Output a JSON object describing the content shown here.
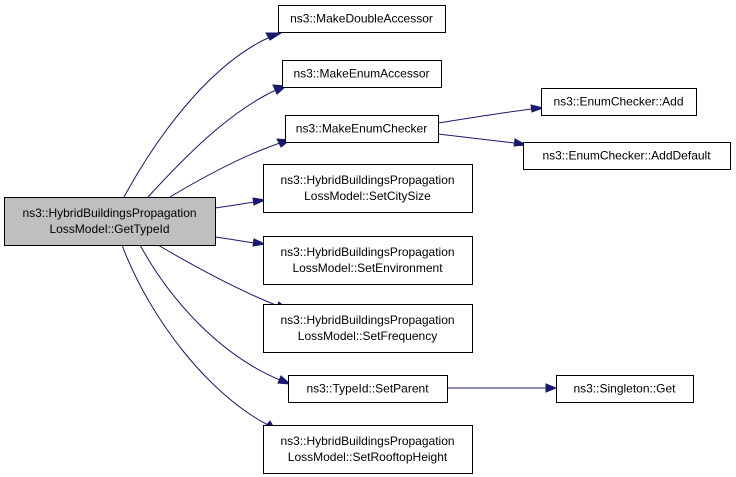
{
  "diagram": {
    "nodes": {
      "root": [
        "ns3::HybridBuildingsPropagation",
        "LossModel::GetTypeId"
      ],
      "make_double_accessor": [
        "ns3::MakeDoubleAccessor"
      ],
      "make_enum_accessor": [
        "ns3::MakeEnumAccessor"
      ],
      "make_enum_checker": [
        "ns3::MakeEnumChecker"
      ],
      "enum_checker_add": [
        "ns3::EnumChecker::Add"
      ],
      "enum_checker_add_default": [
        "ns3::EnumChecker::AddDefault"
      ],
      "set_city_size": [
        "ns3::HybridBuildingsPropagation",
        "LossModel::SetCitySize"
      ],
      "set_environment": [
        "ns3::HybridBuildingsPropagation",
        "LossModel::SetEnvironment"
      ],
      "set_frequency": [
        "ns3::HybridBuildingsPropagation",
        "LossModel::SetFrequency"
      ],
      "typeid_set_parent": [
        "ns3::TypeId::SetParent"
      ],
      "singleton_get": [
        "ns3::Singleton::Get"
      ],
      "set_rooftop_height": [
        "ns3::HybridBuildingsPropagation",
        "LossModel::SetRooftopHeight"
      ]
    },
    "edges": [
      [
        "root",
        "make_double_accessor"
      ],
      [
        "root",
        "make_enum_accessor"
      ],
      [
        "root",
        "make_enum_checker"
      ],
      [
        "root",
        "set_city_size"
      ],
      [
        "root",
        "set_environment"
      ],
      [
        "root",
        "set_frequency"
      ],
      [
        "root",
        "typeid_set_parent"
      ],
      [
        "root",
        "set_rooftop_height"
      ],
      [
        "make_enum_checker",
        "enum_checker_add"
      ],
      [
        "make_enum_checker",
        "enum_checker_add_default"
      ],
      [
        "typeid_set_parent",
        "singleton_get"
      ]
    ]
  }
}
